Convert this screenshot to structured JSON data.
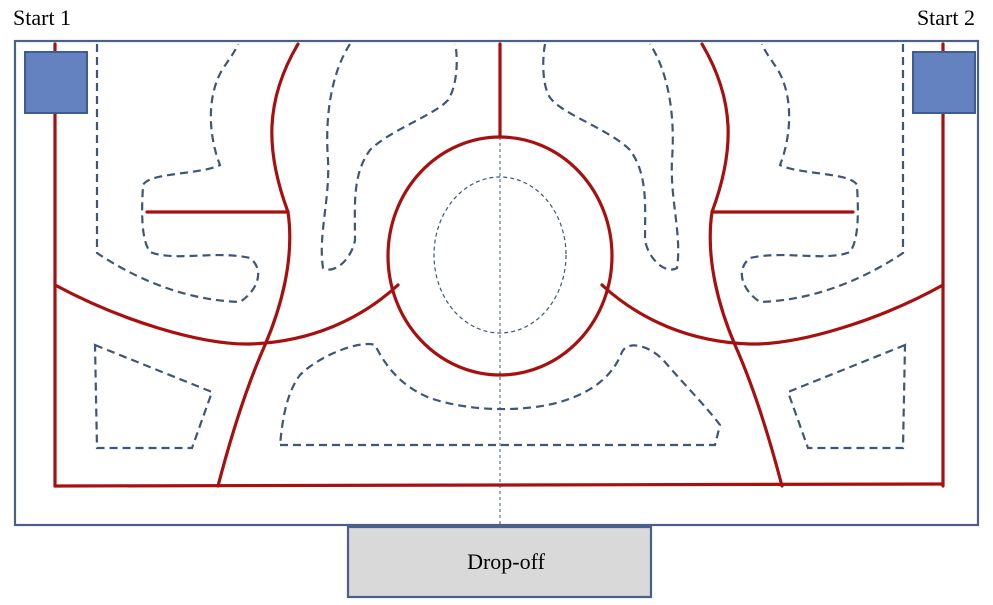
{
  "labels": {
    "start_1": "Start 1",
    "start_2": "Start 2",
    "drop_off": "Drop-off"
  },
  "colors": {
    "frame": "#4a5f8a",
    "start_pad_fill": "#6482bf",
    "start_pad_stroke": "#3e5c8f",
    "route": "#a80f0f",
    "dashed_region": "#3e5678",
    "centerline": "#3e5678",
    "dropoff_fill": "#d9d9d9",
    "dropoff_stroke": "#4a5f8a",
    "text": "#000000"
  }
}
